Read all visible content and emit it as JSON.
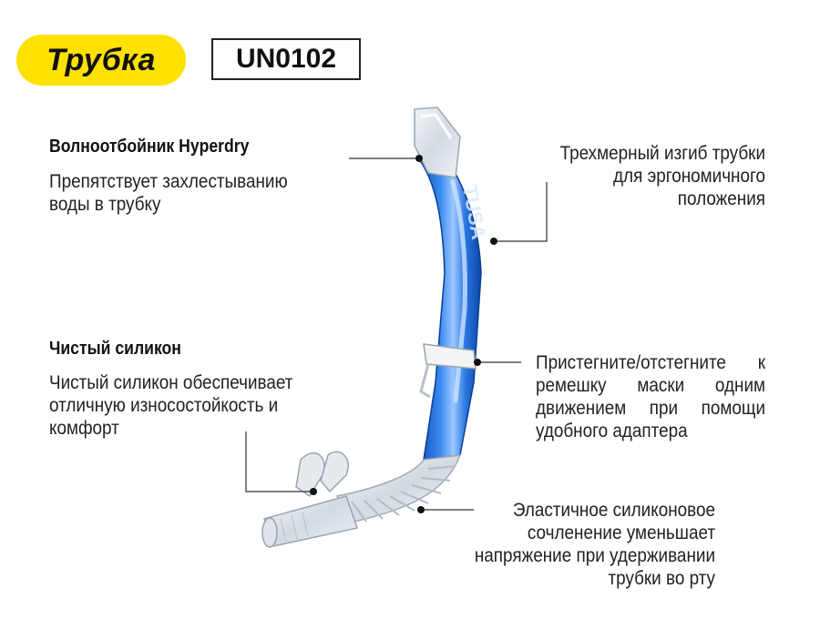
{
  "header": {
    "title": "Трубка",
    "code": "UN0102"
  },
  "callouts": {
    "splash": {
      "title": "Волноотбойник Hyperdry",
      "text": "Препятствует захлестыванию\nводы в трубку"
    },
    "silicone": {
      "title": "Чистый силикон",
      "text": "Чистый силикон обеспечивает\nотличную износостойкость и\nкомфорт"
    },
    "bend": {
      "text": "Трехмерный изгиб трубки\nдля эргономичного\nположения"
    },
    "clip": {
      "text": "Пристегните/отстегните к ремешку маски одним движением при помощи удобного адаптера"
    },
    "joint": {
      "text": "Эластичное силиконовое\nсочленение уменьшает\nнапряжение при удерживании\nтрубки во рту"
    }
  },
  "product": {
    "logo": "TUSA"
  },
  "colors": {
    "badge": "#ffe100",
    "tube_blue": "#1f6fd6",
    "leader": "#333333"
  }
}
